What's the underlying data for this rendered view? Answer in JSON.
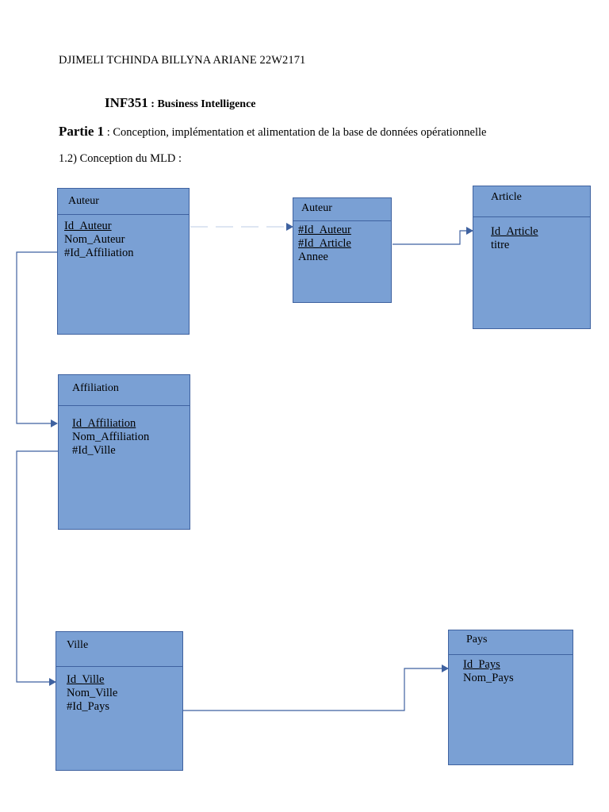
{
  "header": {
    "author": "DJIMELI  TCHINDA BILLYNA  ARIANE  22W2171",
    "course_code": "INF351",
    "course_name": " : Business Intelligence",
    "part_lead": "Partie 1",
    "part_text": " : Conception, implémentation et alimentation de la base de données opérationnelle",
    "section": "1.2) Conception du MLD :"
  },
  "entities": {
    "auteur1": {
      "title": "Auteur",
      "attrs": [
        "Id_Auteur",
        "Nom_Auteur",
        "#Id_Affiliation"
      ]
    },
    "auteur2": {
      "title": "Auteur",
      "attrs": [
        "#Id_Auteur",
        "#Id_Article",
        "Annee"
      ]
    },
    "article": {
      "title": "Article",
      "attrs": [
        "Id_Article",
        "titre"
      ]
    },
    "affiliation": {
      "title": "Affiliation",
      "attrs": [
        "Id_Affiliation",
        "Nom_Affiliation",
        "#Id_Ville"
      ]
    },
    "ville": {
      "title": "Ville",
      "attrs": [
        "Id_Ville",
        "Nom_Ville",
        "#Id_Pays"
      ]
    },
    "pays": {
      "title": "Pays",
      "attrs": [
        "Id_Pays",
        "Nom_Pays"
      ]
    }
  },
  "colors": {
    "entity_fill": "#7aa0d4",
    "entity_border": "#3f62a0",
    "connector": "#3f62a0"
  }
}
